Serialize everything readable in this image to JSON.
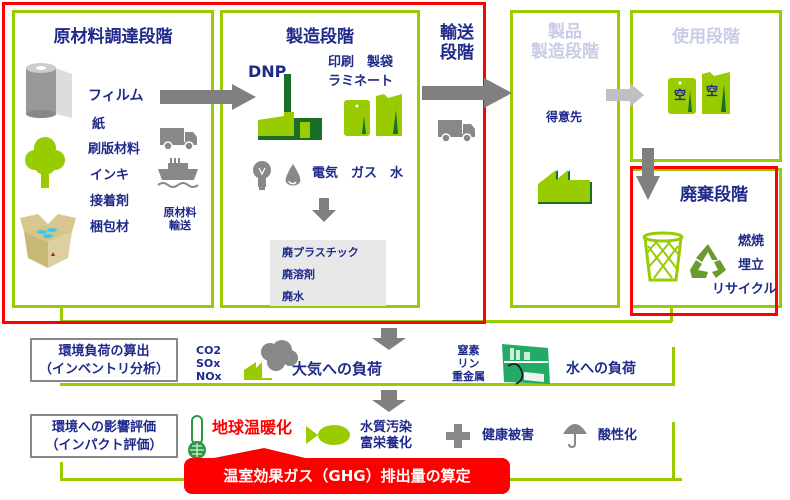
{
  "stages": {
    "raw_material": {
      "title": "原材料調達段階",
      "materials": [
        "フィルム",
        "紙",
        "刷版材料",
        "インキ",
        "接着剤",
        "梱包材"
      ],
      "transport_label_line1": "原材料",
      "transport_label_line2": "輸送"
    },
    "manufacturing": {
      "title": "製造段階",
      "company": "DNP",
      "processes_line1": "印刷　製袋",
      "processes_line2": "ラミネート",
      "utilities": "電気　ガス　水",
      "wastes": [
        "廃プラスチック",
        "廃溶剤",
        "廃水"
      ]
    },
    "transport": {
      "title_line1": "輸送",
      "title_line2": "段階"
    },
    "product_manufacturing": {
      "title_line1": "製品",
      "title_line2": "製造段階",
      "customer": "得意先"
    },
    "use": {
      "title": "使用段階",
      "pouch_label": "空"
    },
    "disposal": {
      "title": "廃棄段階",
      "methods": [
        "燃焼",
        "埋立",
        "リサイクル"
      ]
    }
  },
  "inventory": {
    "label_line1": "環境負荷の算出",
    "label_line2": "（インベントリ分析）",
    "air_emissions": [
      "CO2",
      "SOx",
      "NOx"
    ],
    "air_load": "大気への負荷",
    "water_emissions": [
      "窒素",
      "リン",
      "重金属"
    ],
    "water_load": "水への負荷"
  },
  "impact": {
    "label_line1": "環境への影響評価",
    "label_line2": "（インパクト評価）",
    "global_warming": "地球温暖化",
    "water_pollution_line1": "水質汚染",
    "water_pollution_line2": "富栄養化",
    "health": "健康被害",
    "acidification": "酸性化",
    "ghg_banner": "温室効果ガス（GHG）排出量の算定"
  },
  "colors": {
    "green": "#99cc00",
    "dark_green": "#2e7d32",
    "red": "#ff0000",
    "navy": "#1f2a8a",
    "gray": "#808080"
  }
}
